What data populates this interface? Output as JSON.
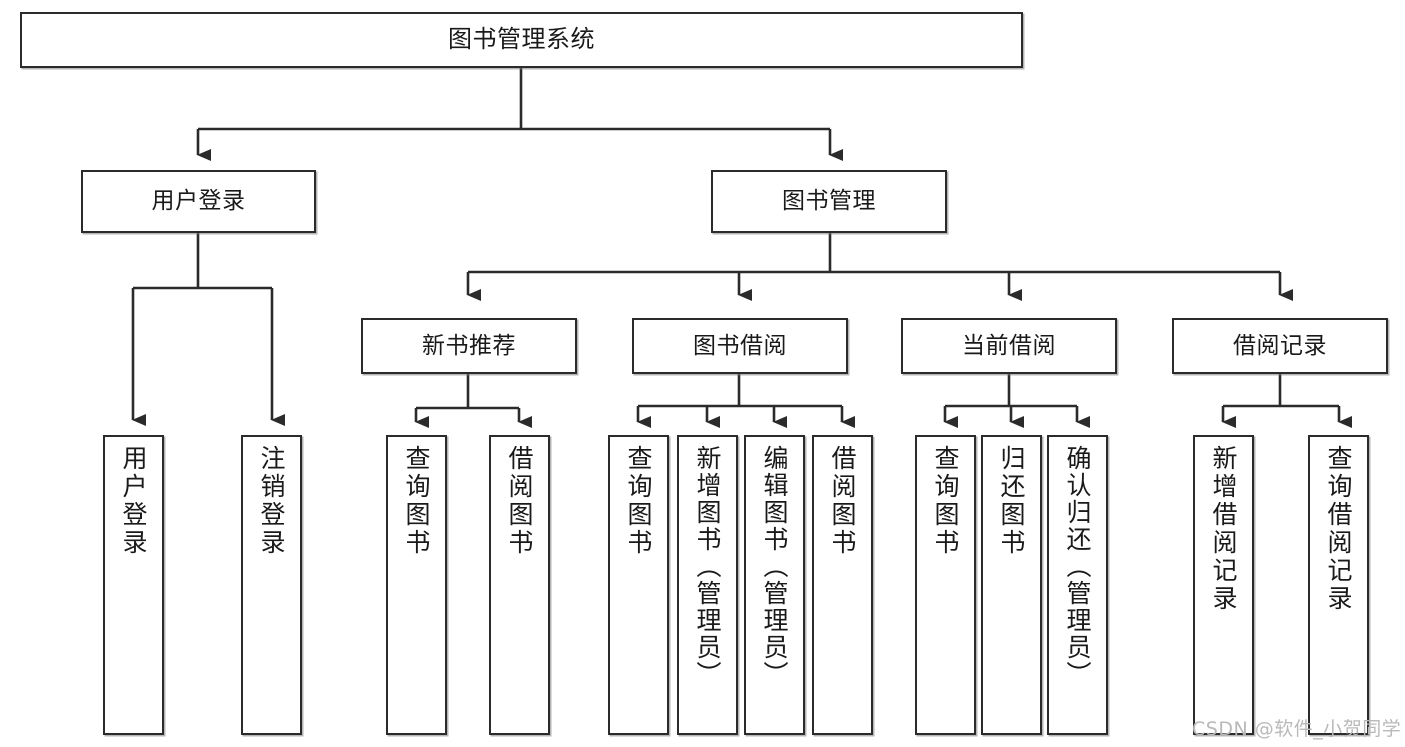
{
  "diagram": {
    "title": "图书管理系统",
    "type": "tree-hierarchy-diagram",
    "colors": {
      "box_border": "#2b2b2b",
      "box_fill": "#ffffff",
      "connector": "#2b2b2b",
      "watermark": "#b9b9b9",
      "background": "#ffffff"
    },
    "root": {
      "label": "图书管理系统"
    },
    "level2": [
      {
        "label": "用户登录"
      },
      {
        "label": "图书管理"
      }
    ],
    "level3": [
      {
        "label": "新书推荐"
      },
      {
        "label": "图书借阅"
      },
      {
        "label": "当前借阅"
      },
      {
        "label": "借阅记录"
      }
    ],
    "leaves": {
      "user_login": [
        {
          "label": "用户登录"
        },
        {
          "label": "注销登录"
        }
      ],
      "new_book_recommend": [
        {
          "label": "查询图书"
        },
        {
          "label": "借阅图书"
        }
      ],
      "book_borrow": [
        {
          "label": "查询图书"
        },
        {
          "label": "新增图书（管理员）"
        },
        {
          "label": "编辑图书（管理员）"
        },
        {
          "label": "借阅图书"
        }
      ],
      "current_borrow": [
        {
          "label": "查询图书"
        },
        {
          "label": "归还图书"
        },
        {
          "label": "确认归还（管理员）"
        }
      ],
      "borrow_record": [
        {
          "label": "新增借阅记录"
        },
        {
          "label": "查询借阅记录"
        }
      ]
    },
    "watermark": "CSDN @软件_小贺同学"
  }
}
